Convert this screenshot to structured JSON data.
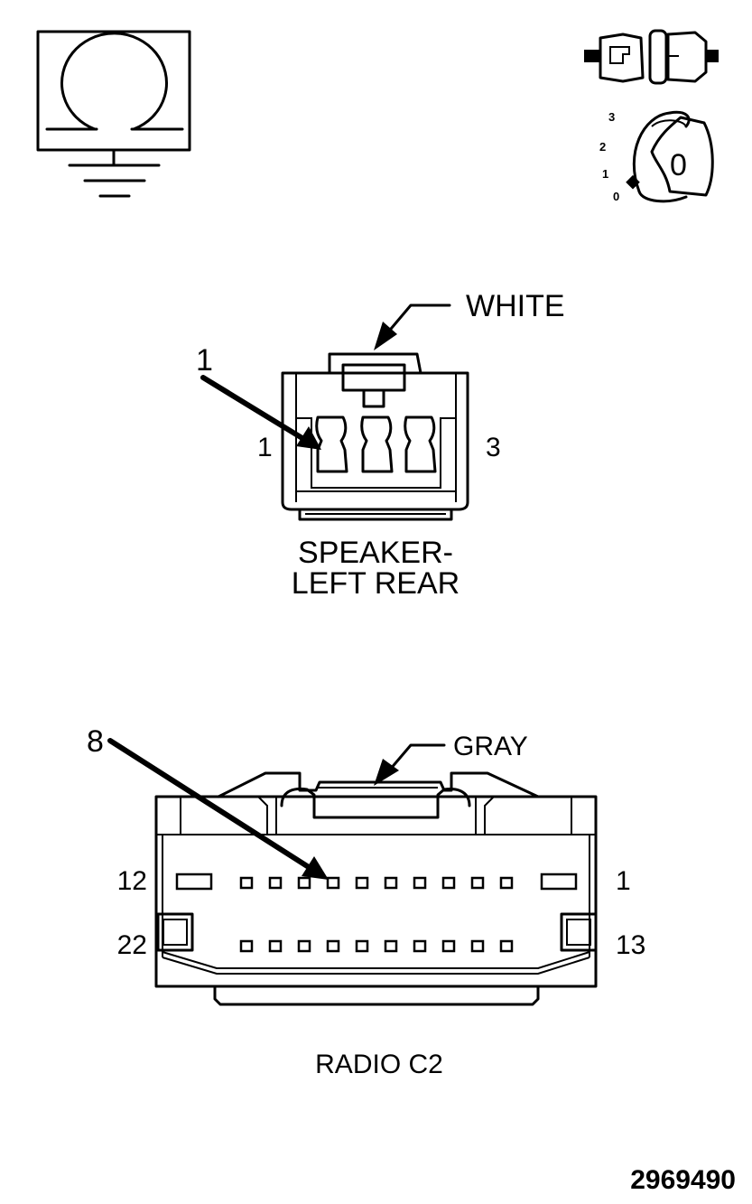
{
  "icons": {
    "ohmmeter": "ohm-ground-icon",
    "connector": "connector-icon",
    "ignition": "ignition-key-icon"
  },
  "ignition_positions": [
    "3",
    "2",
    "1",
    "0"
  ],
  "ignition_key_label": "0",
  "speaker_connector": {
    "color": "WHITE",
    "callout_pin": "1",
    "pin_left": "1",
    "pin_right": "3",
    "name_line1": "SPEAKER-",
    "name_line2": "LEFT REAR"
  },
  "radio_connector": {
    "color": "GRAY",
    "callout_pin": "8",
    "row1_left": "12",
    "row1_right": "1",
    "row2_left": "22",
    "row2_right": "13",
    "name": "RADIO C2"
  },
  "figure_number": "2969490"
}
